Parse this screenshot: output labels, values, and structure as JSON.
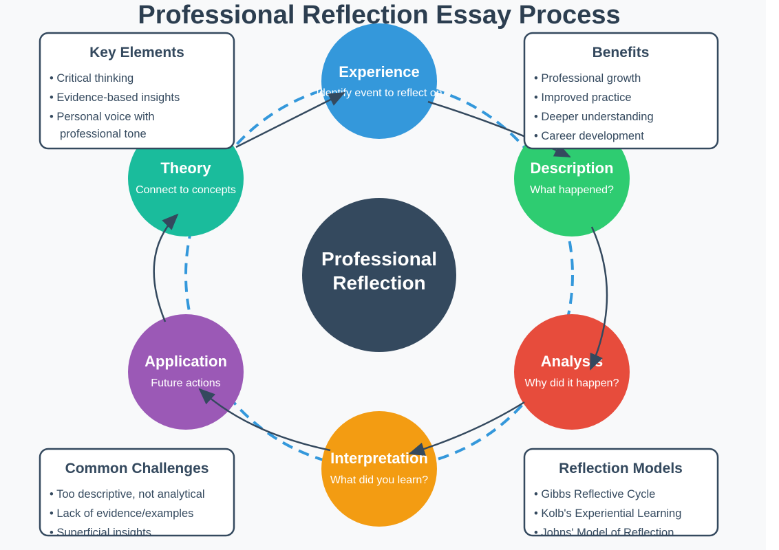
{
  "title": "Professional Reflection Essay Process",
  "center": {
    "line1": "Professional",
    "line2": "Reflection"
  },
  "stages": [
    {
      "title": "Experience",
      "subtitle": "Identify event to reflect on",
      "color": "#3498db"
    },
    {
      "title": "Description",
      "subtitle": "What happened?",
      "color": "#2ecc71"
    },
    {
      "title": "Analysis",
      "subtitle": "Why did it happen?",
      "color": "#e74c3c"
    },
    {
      "title": "Interpretation",
      "subtitle": "What did you learn?",
      "color": "#f39c12"
    },
    {
      "title": "Application",
      "subtitle": "Future actions",
      "color": "#9b59b6"
    },
    {
      "title": "Theory",
      "subtitle": "Connect to concepts",
      "color": "#1abc9c"
    }
  ],
  "boxes": {
    "key_elements": {
      "title": "Key Elements",
      "items": [
        "• Critical thinking",
        "• Evidence-based insights",
        "• Personal voice with",
        "professional tone"
      ]
    },
    "benefits": {
      "title": "Benefits",
      "items": [
        "• Professional growth",
        "• Improved practice",
        "• Deeper understanding",
        "• Career development"
      ]
    },
    "challenges": {
      "title": "Common Challenges",
      "items": [
        "• Too descriptive, not analytical",
        "• Lack of evidence/examples",
        "• Superficial insights"
      ]
    },
    "models": {
      "title": "Reflection Models",
      "items": [
        "• Gibbs Reflective Cycle",
        "• Kolb's Experiential Learning",
        "• Johns' Model of Reflection"
      ]
    }
  },
  "colors": {
    "background": "#f8f9fa",
    "dark": "#34495e",
    "center": "#34495e",
    "dashed": "#3498db"
  }
}
